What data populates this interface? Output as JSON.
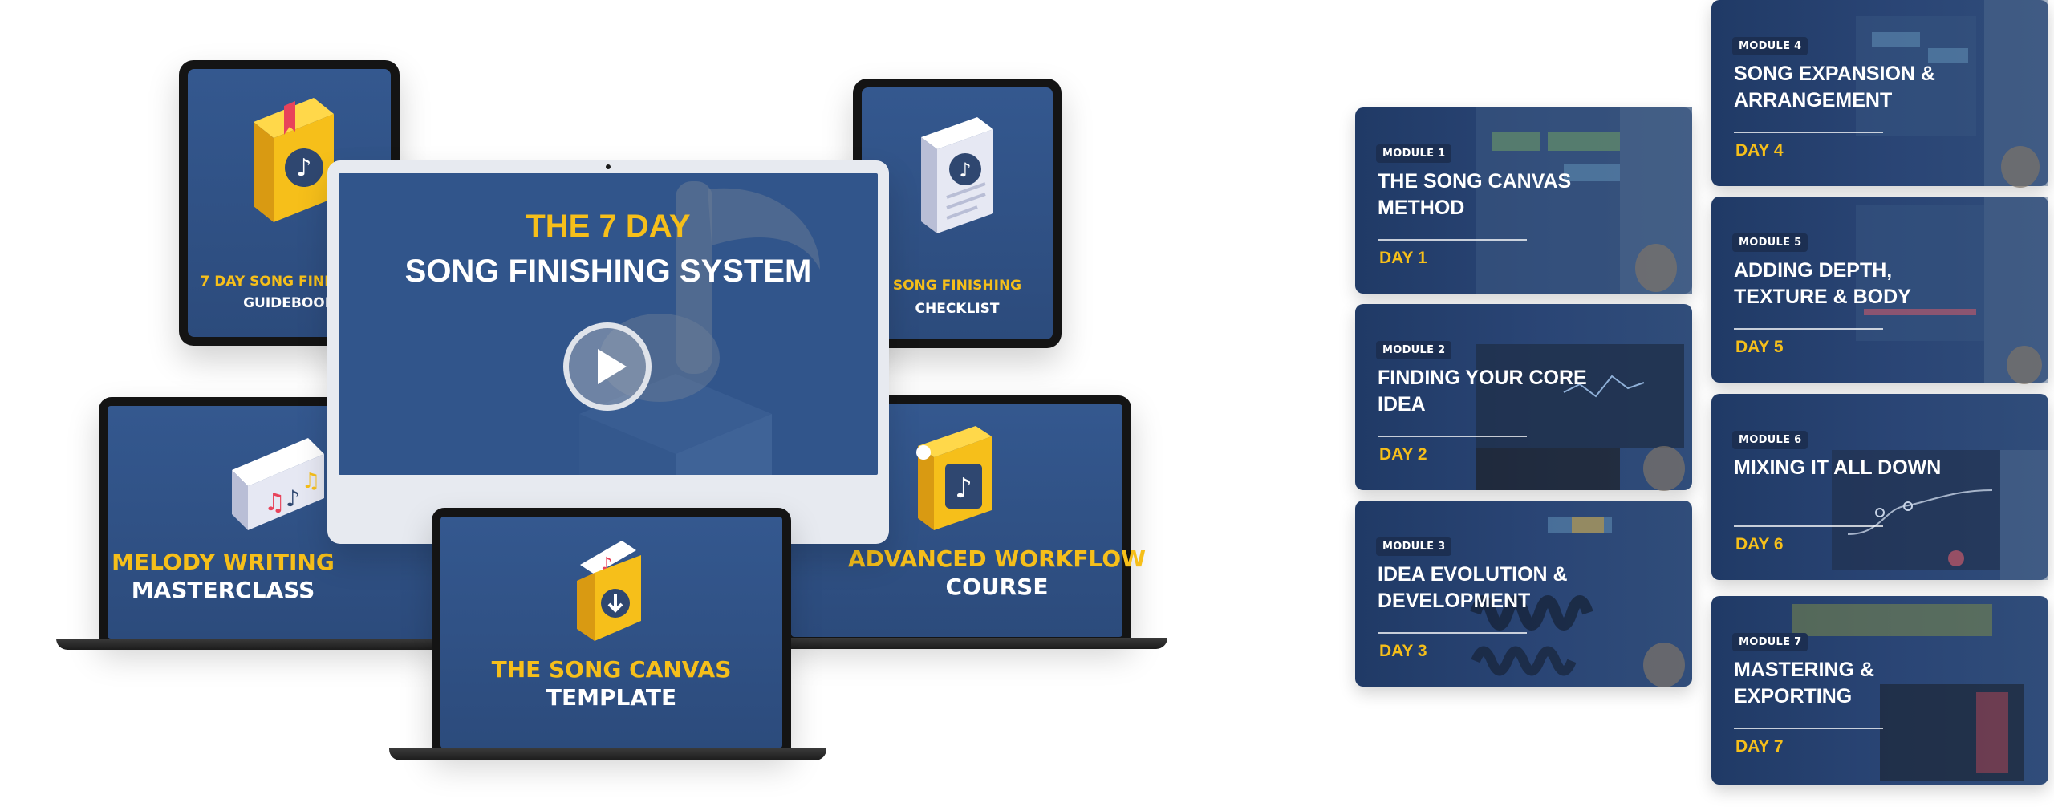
{
  "products": {
    "guidebook": {
      "line1": "7 DAY SONG FINISHING",
      "line2": "GUIDEBOOK"
    },
    "checklist": {
      "line1": "SONG FINISHING",
      "line2": "CHECKLIST"
    },
    "main_video": {
      "line1": "THE 7 DAY",
      "line2": "SONG FINISHING SYSTEM"
    },
    "melody": {
      "line1": "MELODY WRITING",
      "line2": "MASTERCLASS"
    },
    "workflow": {
      "line1": "ADVANCED WORKFLOW",
      "line2": "COURSE"
    },
    "template": {
      "line1": "THE SONG CANVAS",
      "line2": "TEMPLATE"
    }
  },
  "modules": [
    {
      "tag": "MODULE 1",
      "title": "THE SONG CANVAS METHOD",
      "day": "DAY 1"
    },
    {
      "tag": "MODULE 2",
      "title": "FINDING YOUR CORE IDEA",
      "day": "DAY 2"
    },
    {
      "tag": "MODULE 3",
      "title": "IDEA EVOLUTION & DEVELOPMENT",
      "day": "DAY 3"
    },
    {
      "tag": "MODULE 4",
      "title": "SONG EXPANSION & ARRANGEMENT",
      "day": "DAY 4"
    },
    {
      "tag": "MODULE 5",
      "title": "ADDING DEPTH, TEXTURE & BODY",
      "day": "DAY 5"
    },
    {
      "tag": "MODULE 6",
      "title": "MIXING IT ALL DOWN",
      "day": "DAY 6"
    },
    {
      "tag": "MODULE 7",
      "title": "MASTERING & EXPORTING",
      "day": "DAY 7"
    }
  ],
  "colors": {
    "accent": "#f6bf1a",
    "screen": "#2f5083",
    "card": "#233d6a"
  }
}
